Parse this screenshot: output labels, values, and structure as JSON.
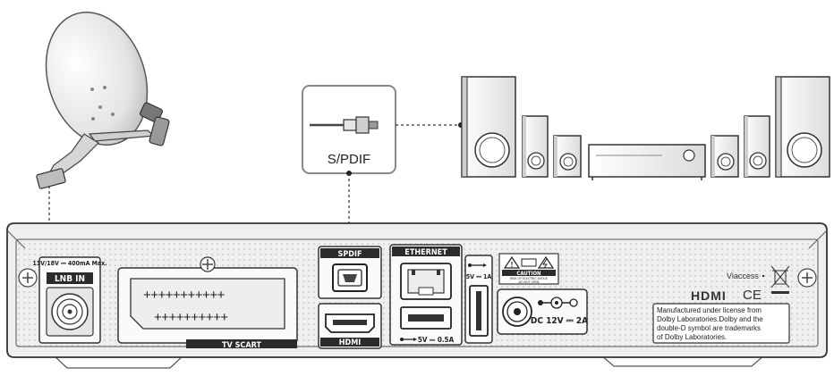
{
  "labels": {
    "spdif_callout": "S/PDIF",
    "lnb_spec": "13V/18V ⎓ 400mA Max.",
    "lnb_in": "LNB IN",
    "tv_scart": "TV SCART",
    "spdif_port": "SPDIF",
    "hdmi_port": "HDMI",
    "ethernet_port": "ETHERNET",
    "usb_front_rating": "5V ⎓ 1A",
    "usb_rear_rating": "5V ⎓ 0.5A",
    "caution": "CAUTION",
    "caution_sub1": "RISK OF ELECTRIC SHOCK",
    "caution_sub2": "DO NOT OPEN",
    "dc_power": "DC 12V ⎓ 2A",
    "viaccess": "Viaccess",
    "hdmi_logo": "HDMI",
    "ce_mark": "CE",
    "dolby_line1": "Manufactured under license from",
    "dolby_line2": "Dolby Laboratories.Dolby and the",
    "dolby_line3": "double-D symbol are trademarks",
    "dolby_line4": "of Dolby Laboratories."
  },
  "colors": {
    "outline": "#333333",
    "panel_fill": "#f7f7f7",
    "port_label_bg": "#2b2b2b",
    "cable": "#333333"
  },
  "icons": {
    "dish": "satellite-dish-icon",
    "speaker": "speaker-icon",
    "receiver": "av-receiver-icon",
    "usb": "usb-icon",
    "warning": "warning-triangle-icon",
    "polarity": "dc-polarity-icon",
    "weee": "crossed-bin-icon"
  }
}
